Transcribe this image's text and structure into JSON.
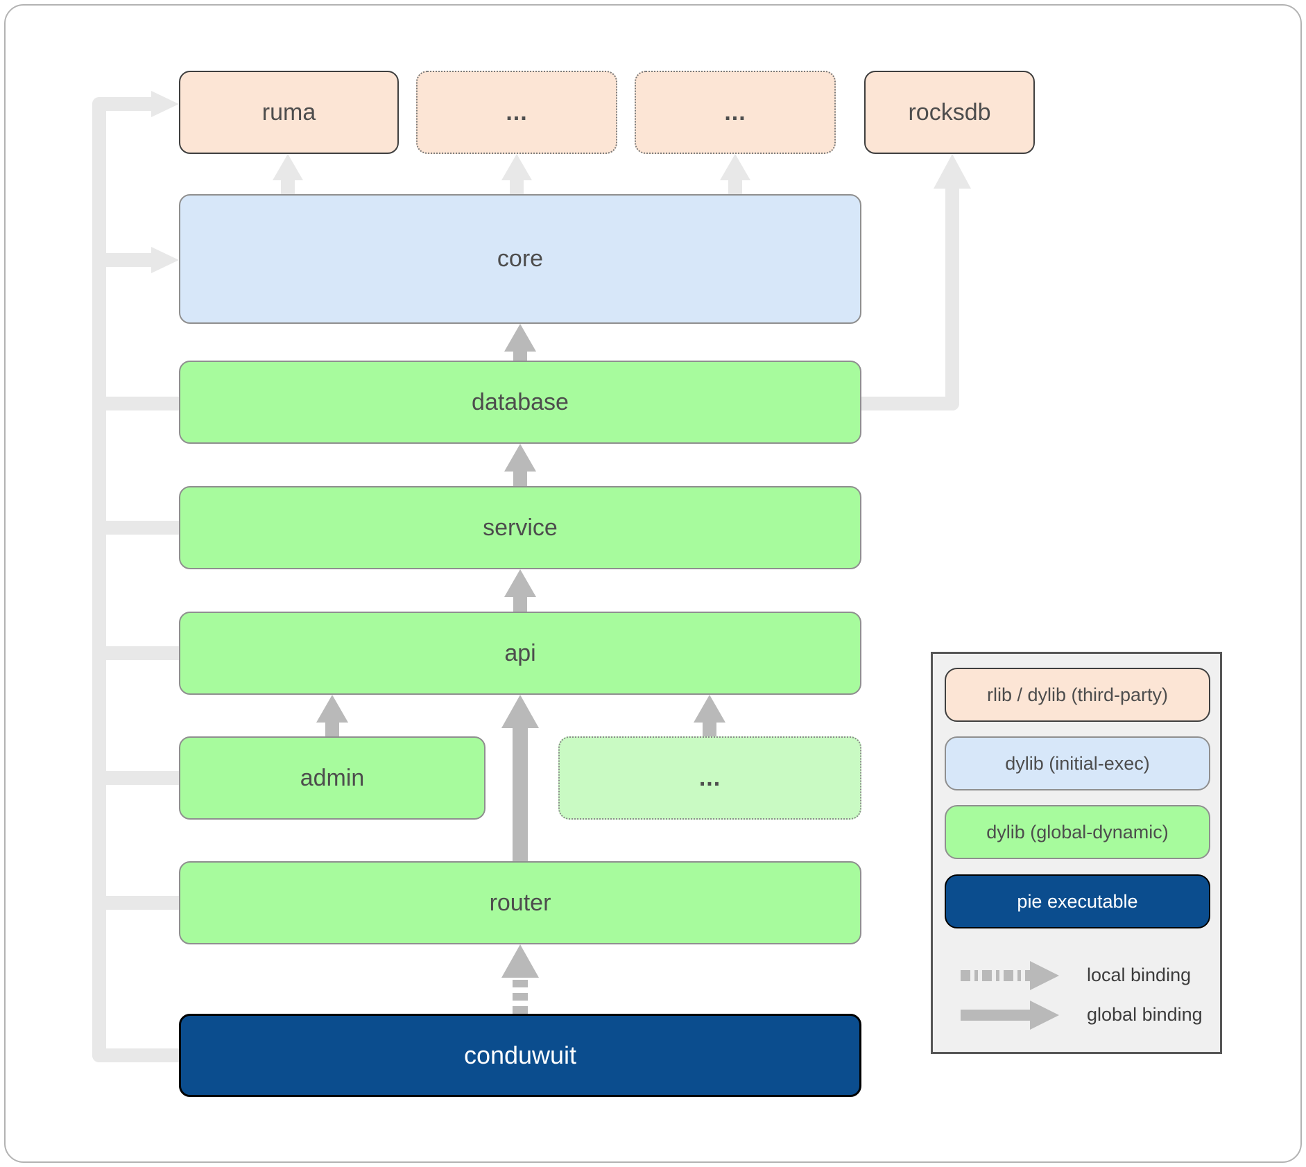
{
  "diagram": {
    "title_implicit": "conduwuit crate dependency diagram",
    "nodes": {
      "ruma": {
        "label": "ruma",
        "type": "rlib / dylib (third-party)"
      },
      "dots_top_1": {
        "label": "...",
        "type": "rlib / dylib (third-party)"
      },
      "dots_top_2": {
        "label": "...",
        "type": "rlib / dylib (third-party)"
      },
      "rocksdb": {
        "label": "rocksdb",
        "type": "rlib / dylib (third-party)"
      },
      "core": {
        "label": "core",
        "type": "dylib (initial-exec)"
      },
      "database": {
        "label": "database",
        "type": "dylib (global-dynamic)"
      },
      "service": {
        "label": "service",
        "type": "dylib (global-dynamic)"
      },
      "api": {
        "label": "api",
        "type": "dylib (global-dynamic)"
      },
      "admin": {
        "label": "admin",
        "type": "dylib (global-dynamic)"
      },
      "dots_admin": {
        "label": "...",
        "type": "dylib (global-dynamic)"
      },
      "router": {
        "label": "router",
        "type": "dylib (global-dynamic)"
      },
      "conduwuit": {
        "label": "conduwuit",
        "type": "pie executable"
      }
    },
    "edges": [
      {
        "from": "core",
        "to": "ruma",
        "binding": "global"
      },
      {
        "from": "core",
        "to": "dots_top_1",
        "binding": "global"
      },
      {
        "from": "core",
        "to": "dots_top_2",
        "binding": "global"
      },
      {
        "from": "database",
        "to": "rocksdb",
        "binding": "global"
      },
      {
        "from": "database",
        "to": "core",
        "binding": "global"
      },
      {
        "from": "service",
        "to": "database",
        "binding": "global"
      },
      {
        "from": "api",
        "to": "service",
        "binding": "global"
      },
      {
        "from": "admin",
        "to": "api",
        "binding": "global"
      },
      {
        "from": "dots_admin",
        "to": "api",
        "binding": "global"
      },
      {
        "from": "router",
        "to": "api",
        "binding": "global"
      },
      {
        "from": "conduwuit",
        "to": "router",
        "binding": "local"
      },
      {
        "from": "conduwuit",
        "to": "ruma",
        "binding": "global"
      },
      {
        "from": "conduwuit",
        "to": "core",
        "binding": "global"
      },
      {
        "from": "conduwuit",
        "to": "database",
        "binding": "global"
      },
      {
        "from": "conduwuit",
        "to": "service",
        "binding": "global"
      },
      {
        "from": "conduwuit",
        "to": "api",
        "binding": "global"
      },
      {
        "from": "conduwuit",
        "to": "admin",
        "binding": "global"
      },
      {
        "from": "conduwuit",
        "to": "router",
        "binding": "global"
      }
    ]
  },
  "legend": {
    "items": [
      {
        "label": "rlib / dylib (third-party)",
        "color": "#fce5d5"
      },
      {
        "label": "dylib (initial-exec)",
        "color": "#d7e7f9"
      },
      {
        "label": "dylib (global-dynamic)",
        "color": "#a7fb9d"
      },
      {
        "label": "pie executable",
        "color": "#0b4d8e"
      }
    ],
    "bindings": [
      {
        "label": "local binding",
        "style": "dashed"
      },
      {
        "label": "global binding",
        "style": "solid"
      }
    ]
  },
  "colors": {
    "peach": "#fce5d5",
    "blue": "#d7e7f9",
    "green": "#a7fb9d",
    "green-muted": "#c9fac3",
    "navy": "#0b4d8e",
    "arrow-light": "#e8e8e8",
    "arrow-dark": "#b9b9b9",
    "panel-bg": "#f0f0f0",
    "text": "#4d4d4d"
  }
}
